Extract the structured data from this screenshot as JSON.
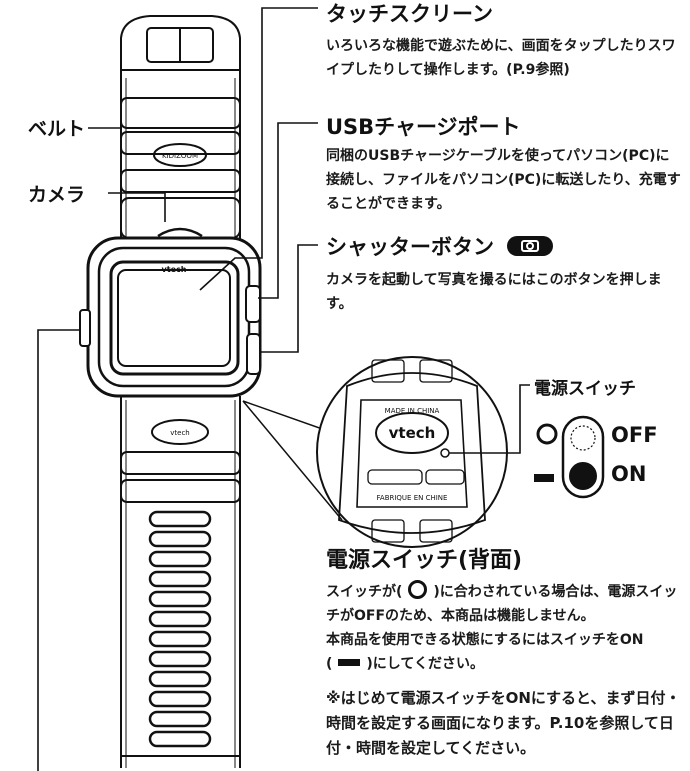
{
  "labels": {
    "belt": "ベルト",
    "camera": "カメラ",
    "power_switch_callout": "電源スイッチ",
    "off": "OFF",
    "on": "ON"
  },
  "sections": {
    "touch": {
      "title": "タッチスクリーン",
      "body": "いろいろな機能で遊ぶために、画面をタップしたりスワイプしたりして操作します。(P.9参照)"
    },
    "usb": {
      "title": "USBチャージポート",
      "body": "同梱のUSBチャージケーブルを使ってパソコン(PC)に接続し、ファイルをパソコン(PC)に転送したり、充電することができます。"
    },
    "shutter": {
      "title": "シャッターボタン",
      "body": "カメラを起動して写真を撮るにはこのボタンを押します。"
    },
    "power": {
      "title": "電源スイッチ(背面)",
      "p1_a": "スイッチが(",
      "p1_b": ")に合わされている場合は、電源スイッチがOFFのため、本商品は機能しません。",
      "p2": "本商品を使用できる状態にするにはスイッチをON",
      "p3_a": "(",
      "p3_b": ")にしてください。",
      "note": "※はじめて電源スイッチをONにすると、まず日付・時間を設定する画面になります。P.10を参照して日付・時間を設定してください。"
    }
  },
  "watch": {
    "brand": "vtech",
    "strap_brand": "vtech",
    "kidizoom": "KIDIZOOM",
    "back_text_top": "MADE IN CHINA",
    "back_text_bottom": "FABRIQUE EN CHINE"
  }
}
